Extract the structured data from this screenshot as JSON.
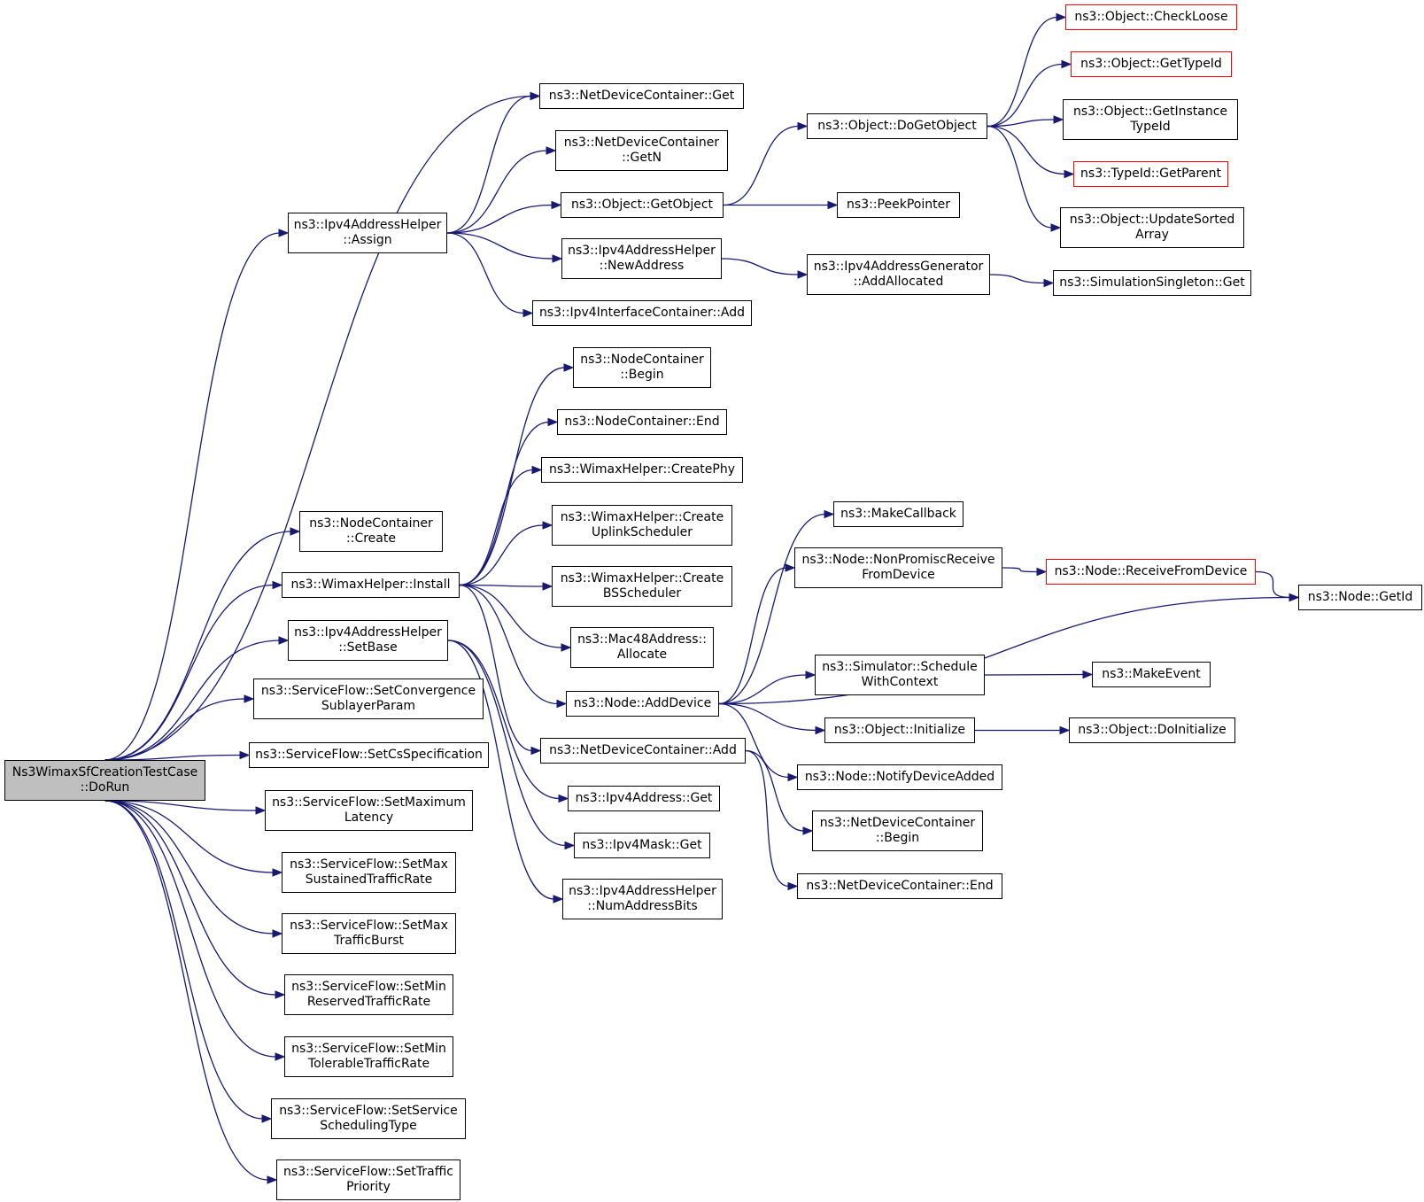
{
  "diagram": {
    "nodes": [
      {
        "id": "root",
        "label": "Ns3WimaxSfCreationTestCase\n::DoRun",
        "style": "root"
      },
      {
        "id": "ip4Assign",
        "label": "ns3::Ipv4AddressHelper\n::Assign"
      },
      {
        "id": "ndcGet",
        "label": "ns3::NetDeviceContainer::Get"
      },
      {
        "id": "ndcGetN",
        "label": "ns3::NetDeviceContainer\n::GetN"
      },
      {
        "id": "objGetObject",
        "label": "ns3::Object::GetObject"
      },
      {
        "id": "newAddr",
        "label": "ns3::Ipv4AddressHelper\n::NewAddress"
      },
      {
        "id": "ifcAdd",
        "label": "ns3::Ipv4InterfaceContainer::Add"
      },
      {
        "id": "doGetObject",
        "label": "ns3::Object::DoGetObject"
      },
      {
        "id": "peekPtr",
        "label": "ns3::PeekPointer"
      },
      {
        "id": "addAlloc",
        "label": "ns3::Ipv4AddressGenerator\n::AddAllocated"
      },
      {
        "id": "checkLoose",
        "label": "ns3::Object::CheckLoose",
        "style": "red"
      },
      {
        "id": "getTypeId",
        "label": "ns3::Object::GetTypeId",
        "style": "red"
      },
      {
        "id": "getInstTypeId",
        "label": "ns3::Object::GetInstance\nTypeId"
      },
      {
        "id": "getParent",
        "label": "ns3::TypeId::GetParent",
        "style": "red"
      },
      {
        "id": "updateSorted",
        "label": "ns3::Object::UpdateSorted\nArray"
      },
      {
        "id": "simSingleton",
        "label": "ns3::SimulationSingleton::Get"
      },
      {
        "id": "ncCreate",
        "label": "ns3::NodeContainer\n::Create"
      },
      {
        "id": "wimaxInstall",
        "label": "ns3::WimaxHelper::Install"
      },
      {
        "id": "ip4SetBase",
        "label": "ns3::Ipv4AddressHelper\n::SetBase"
      },
      {
        "id": "sfConv",
        "label": "ns3::ServiceFlow::SetConvergence\nSublayerParam"
      },
      {
        "id": "sfCs",
        "label": "ns3::ServiceFlow::SetCsSpecification"
      },
      {
        "id": "sfMaxLat",
        "label": "ns3::ServiceFlow::SetMaximum\nLatency"
      },
      {
        "id": "sfMaxSus",
        "label": "ns3::ServiceFlow::SetMax\nSustainedTrafficRate"
      },
      {
        "id": "sfMaxBurst",
        "label": "ns3::ServiceFlow::SetMax\nTrafficBurst"
      },
      {
        "id": "sfMinRes",
        "label": "ns3::ServiceFlow::SetMin\nReservedTrafficRate"
      },
      {
        "id": "sfMinTol",
        "label": "ns3::ServiceFlow::SetMin\nTolerableTrafficRate"
      },
      {
        "id": "sfSched",
        "label": "ns3::ServiceFlow::SetService\nSchedulingType"
      },
      {
        "id": "sfPrio",
        "label": "ns3::ServiceFlow::SetTraffic\nPriority"
      },
      {
        "id": "ncBegin",
        "label": "ns3::NodeContainer\n::Begin"
      },
      {
        "id": "ncEnd",
        "label": "ns3::NodeContainer::End"
      },
      {
        "id": "createPhy",
        "label": "ns3::WimaxHelper::CreatePhy"
      },
      {
        "id": "createUl",
        "label": "ns3::WimaxHelper::Create\nUplinkScheduler"
      },
      {
        "id": "createBs",
        "label": "ns3::WimaxHelper::Create\nBSScheduler"
      },
      {
        "id": "macAlloc",
        "label": "ns3::Mac48Address::\nAllocate"
      },
      {
        "id": "nodeAddDev",
        "label": "ns3::Node::AddDevice"
      },
      {
        "id": "ndcAdd",
        "label": "ns3::NetDeviceContainer::Add"
      },
      {
        "id": "ip4Get",
        "label": "ns3::Ipv4Address::Get"
      },
      {
        "id": "maskGet",
        "label": "ns3::Ipv4Mask::Get"
      },
      {
        "id": "numAddrBits",
        "label": "ns3::Ipv4AddressHelper\n::NumAddressBits"
      },
      {
        "id": "makeCb",
        "label": "ns3::MakeCallback"
      },
      {
        "id": "nonPromisc",
        "label": "ns3::Node::NonPromiscReceive\nFromDevice"
      },
      {
        "id": "recvFromDev",
        "label": "ns3::Node::ReceiveFromDevice",
        "style": "red"
      },
      {
        "id": "nodeGetId",
        "label": "ns3::Node::GetId"
      },
      {
        "id": "schedCtx",
        "label": "ns3::Simulator::Schedule\nWithContext"
      },
      {
        "id": "makeEvent",
        "label": "ns3::MakeEvent"
      },
      {
        "id": "objInit",
        "label": "ns3::Object::Initialize"
      },
      {
        "id": "objDoInit",
        "label": "ns3::Object::DoInitialize"
      },
      {
        "id": "notifyAdded",
        "label": "ns3::Node::NotifyDeviceAdded"
      },
      {
        "id": "ndcBegin",
        "label": "ns3::NetDeviceContainer\n::Begin"
      },
      {
        "id": "ndcEnd",
        "label": "ns3::NetDeviceContainer::End"
      }
    ],
    "edges": [
      [
        "root",
        "ndcGet"
      ],
      [
        "root",
        "ip4Assign"
      ],
      [
        "root",
        "ncCreate"
      ],
      [
        "root",
        "wimaxInstall"
      ],
      [
        "root",
        "ip4SetBase"
      ],
      [
        "root",
        "sfConv"
      ],
      [
        "root",
        "sfCs"
      ],
      [
        "root",
        "sfMaxLat"
      ],
      [
        "root",
        "sfMaxSus"
      ],
      [
        "root",
        "sfMaxBurst"
      ],
      [
        "root",
        "sfMinRes"
      ],
      [
        "root",
        "sfMinTol"
      ],
      [
        "root",
        "sfSched"
      ],
      [
        "root",
        "sfPrio"
      ],
      [
        "ip4Assign",
        "ndcGet"
      ],
      [
        "ip4Assign",
        "ndcGetN"
      ],
      [
        "ip4Assign",
        "objGetObject"
      ],
      [
        "ip4Assign",
        "newAddr"
      ],
      [
        "ip4Assign",
        "ifcAdd"
      ],
      [
        "objGetObject",
        "doGetObject"
      ],
      [
        "objGetObject",
        "peekPtr"
      ],
      [
        "doGetObject",
        "checkLoose"
      ],
      [
        "doGetObject",
        "getTypeId"
      ],
      [
        "doGetObject",
        "getInstTypeId"
      ],
      [
        "doGetObject",
        "getParent"
      ],
      [
        "doGetObject",
        "updateSorted"
      ],
      [
        "newAddr",
        "addAlloc"
      ],
      [
        "addAlloc",
        "simSingleton"
      ],
      [
        "wimaxInstall",
        "ncBegin"
      ],
      [
        "wimaxInstall",
        "ncEnd"
      ],
      [
        "wimaxInstall",
        "createPhy"
      ],
      [
        "wimaxInstall",
        "createUl"
      ],
      [
        "wimaxInstall",
        "createBs"
      ],
      [
        "wimaxInstall",
        "macAlloc"
      ],
      [
        "wimaxInstall",
        "nodeAddDev"
      ],
      [
        "wimaxInstall",
        "ndcAdd"
      ],
      [
        "ip4SetBase",
        "ip4Get"
      ],
      [
        "ip4SetBase",
        "maskGet"
      ],
      [
        "ip4SetBase",
        "numAddrBits"
      ],
      [
        "nodeAddDev",
        "makeCb"
      ],
      [
        "nodeAddDev",
        "nonPromisc"
      ],
      [
        "nodeAddDev",
        "nodeGetId"
      ],
      [
        "nodeAddDev",
        "schedCtx"
      ],
      [
        "nodeAddDev",
        "objInit"
      ],
      [
        "nodeAddDev",
        "notifyAdded"
      ],
      [
        "nonPromisc",
        "recvFromDev"
      ],
      [
        "recvFromDev",
        "nodeGetId"
      ],
      [
        "schedCtx",
        "makeEvent"
      ],
      [
        "objInit",
        "objDoInit"
      ],
      [
        "ndcAdd",
        "ndcBegin"
      ],
      [
        "ndcAdd",
        "ndcEnd"
      ]
    ],
    "colors": {
      "edge": "#191970",
      "root_fill": "#bfbfbf",
      "missing_border": "#ff0000",
      "border": "#000000"
    }
  }
}
